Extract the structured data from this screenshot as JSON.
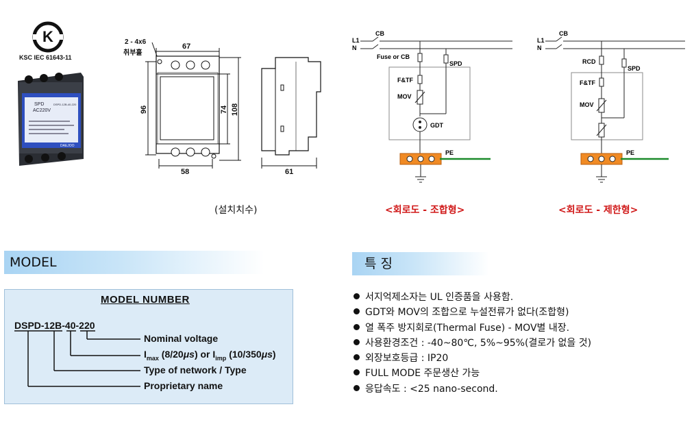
{
  "certification": {
    "mark_letters": "K",
    "standard_label": "KSC IEC 61643-11"
  },
  "product_photo": {
    "front_labels": {
      "line1": "SPD",
      "line2": "AC220V",
      "model": "DSPD-12B-40-220",
      "brand": "DAEJOO"
    }
  },
  "dimension_drawing": {
    "hole_note": "2 - 4x6",
    "hole_note_kr": "취부홀",
    "dims": {
      "top_width": "67",
      "bottom_width": "58",
      "height_outer": "96",
      "height_inner": "74",
      "height_overall": "108",
      "depth": "61"
    },
    "caption": "(설치치수)"
  },
  "circuit_combined": {
    "labels": {
      "l1": "L1",
      "n": "N",
      "cb": "CB",
      "fuse": "Fuse or CB",
      "spd": "SPD",
      "ftf": "F&TF",
      "mov": "MOV",
      "gdt": "GDT",
      "pe": "PE"
    },
    "caption": "<회로도 - 조합형>"
  },
  "circuit_limited": {
    "labels": {
      "l1": "L1",
      "n": "N",
      "cb": "CB",
      "rcd": "RCD",
      "spd": "SPD",
      "ftf": "F&TF",
      "mov": "MOV",
      "pe": "PE"
    },
    "caption": "<회로도 - 제한형>"
  },
  "colors": {
    "red_caption": "#d01818",
    "terminal_orange": "#f08a24",
    "pe_wire_green": "#1a8a2a",
    "bar_blue": "#a9d4f3",
    "box_blue": "#dcebf7"
  },
  "model_section": {
    "title": "MODEL",
    "box_title": "MODEL NUMBER",
    "code_parts": [
      "DSPD-12B",
      "-",
      "40",
      "-",
      "220"
    ],
    "lines": {
      "nominal_voltage": "Nominal voltage",
      "imax_pre": "I",
      "imax_sub": "max",
      "imax_mid": " (8/20",
      "mu1": "μs",
      "imax_post": ") or I",
      "imp_sub": "imp",
      "imp_mid": " (10/350",
      "mu2": "μs",
      "imp_post": ")",
      "network_type": "Type of network / Type",
      "proprietary": "Proprietary name"
    }
  },
  "features_section": {
    "title": "특 징",
    "items": [
      "서지억제소자는 UL 인증품을 사용함.",
      "GDT와 MOV의 조합으로 누설전류가 없다(조합형)",
      "열 폭주 방지회로(Thermal Fuse) - MOV별 내장.",
      "사용환경조건 : -40~80℃, 5%~95%(결로가 없을 것)",
      "외장보호등급 : IP20",
      "FULL MODE 주문생산 가능",
      "응답속도 : <25 nano-second."
    ]
  }
}
